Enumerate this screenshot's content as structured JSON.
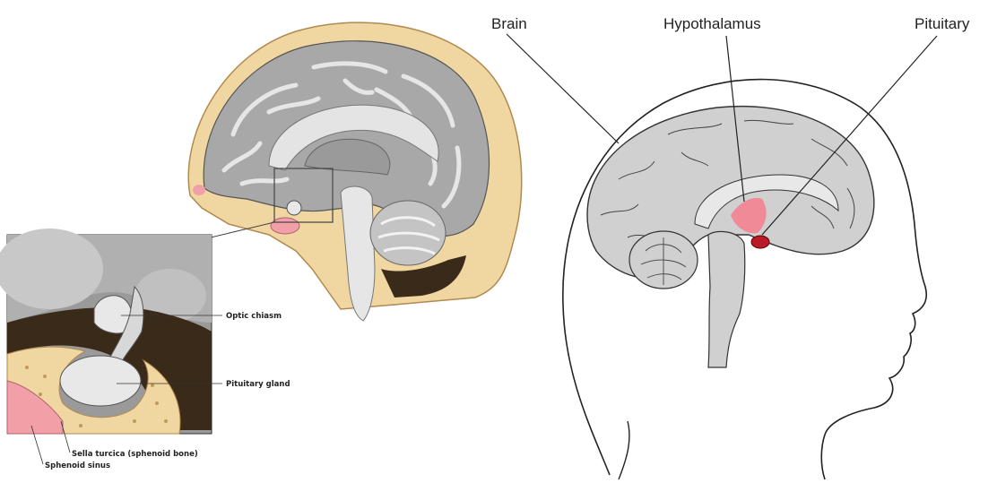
{
  "left_figure": {
    "labels": {
      "optic_chiasm": "Optic chiasm",
      "pituitary_gland": "Pituitary gland",
      "sella_turcica": "Sella turcica (sphenoid bone)",
      "sphenoid_sinus": "Sphenoid sinus"
    }
  },
  "right_figure": {
    "labels": {
      "brain": "Brain",
      "hypothalamus": "Hypothalamus",
      "pituitary": "Pituitary"
    }
  },
  "colors": {
    "brain_gray": "#9a9a9a",
    "brain_light": "#d4d4d4",
    "skull_tan": "#f0d6a0",
    "dark_cavity": "#3a2a1a",
    "sinus_pink": "#f2a0a8",
    "hypothalamus_pink": "#f08a96",
    "pituitary_red": "#b81c28"
  }
}
